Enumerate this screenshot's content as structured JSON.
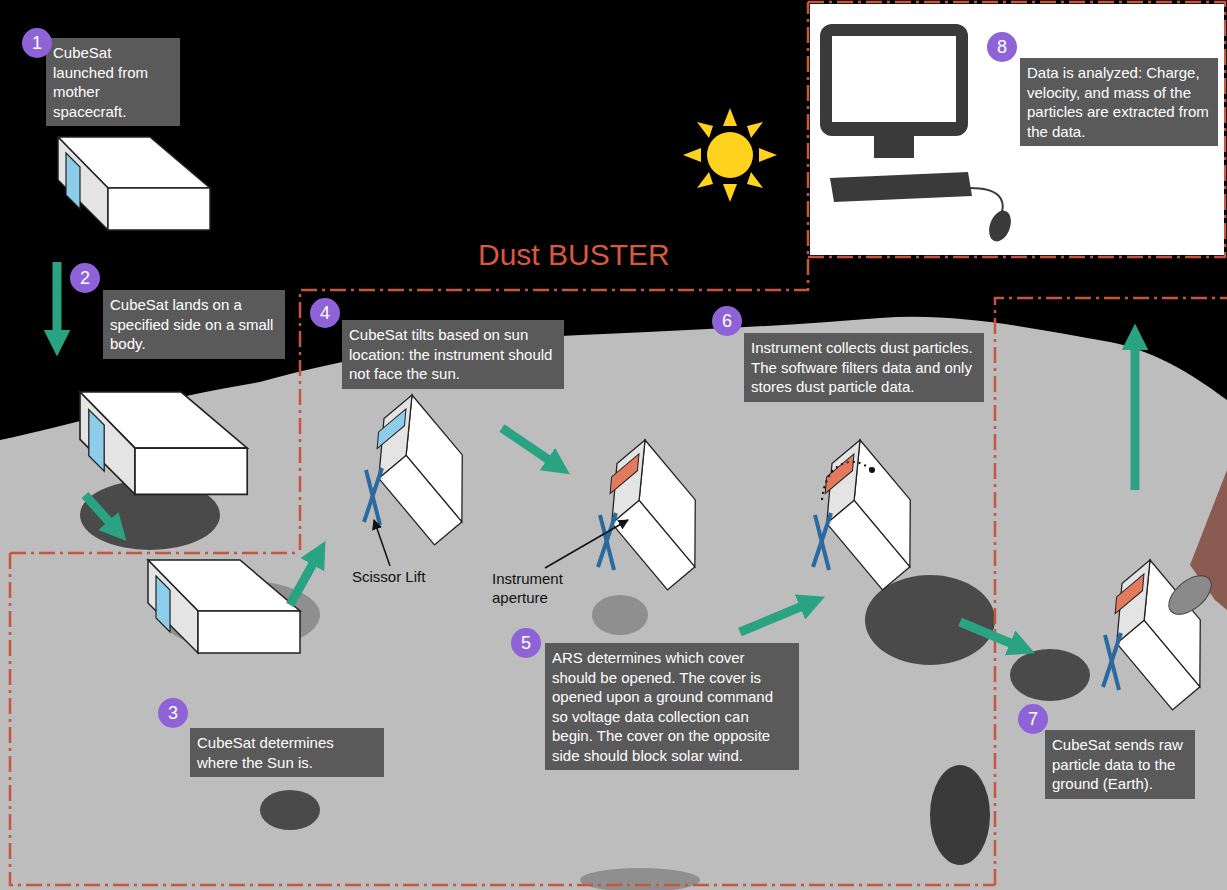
{
  "diagram": {
    "title": "Dust BUSTER",
    "nodes": [
      {
        "text": [
          "1"
        ]
      },
      {
        "text": [
          "CubeSat launched from mother spacecraft."
        ]
      },
      {
        "text": [
          "2"
        ]
      },
      {
        "text": [
          "CubeSat lands on a specified side on a small body."
        ]
      },
      {
        "text": [
          "3"
        ]
      },
      {
        "text": [
          "CubeSat determines where the Sun is."
        ]
      },
      {
        "text": [
          "4"
        ]
      },
      {
        "text": [
          "CubeSat tilts based on sun location: the instrument should not face the sun."
        ]
      },
      {
        "text": [
          "5"
        ]
      },
      {
        "text": [
          "ARS determines which cover should be opened. The cover is opened upon a ground command so voltage data collection can begin. The cover on the opposite side should block solar wind."
        ]
      },
      {
        "text": [
          "6"
        ]
      },
      {
        "text": [
          "Instrument collects dust particles.  The software filters data and only stores dust particle data."
        ]
      },
      {
        "text": [
          "7"
        ]
      },
      {
        "text": [
          "CubeSat sends raw particle data to the ground (Earth)."
        ]
      },
      {
        "text": [
          "8"
        ]
      },
      {
        "text": [
          "Data is analyzed: Charge, velocity, and mass of the particles are extracted from the data."
        ]
      }
    ],
    "labels": [
      "Scissor Lift",
      "Instrument aperture"
    ]
  }
}
